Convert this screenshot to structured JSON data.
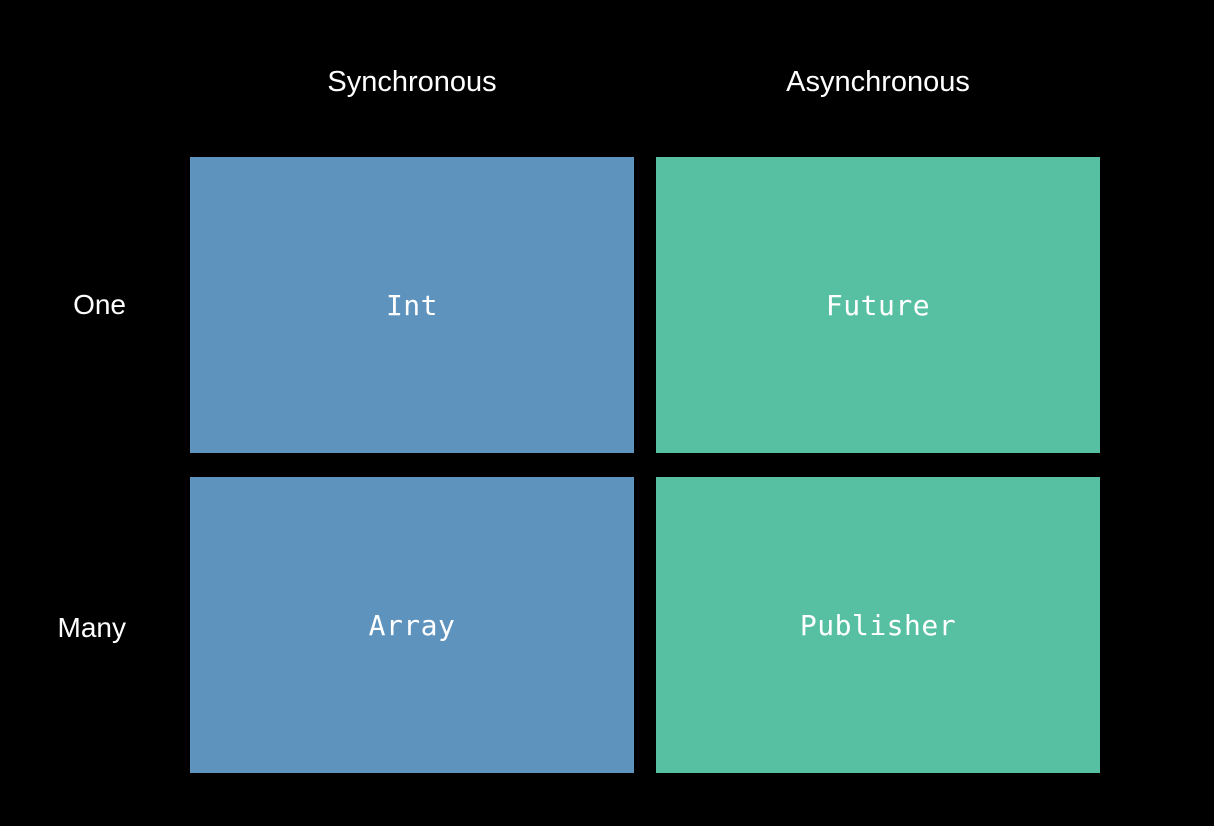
{
  "slide": {
    "background_color": "#000000",
    "text_color": "#ffffff"
  },
  "columns": [
    {
      "id": "synchronous",
      "label": "Synchronous"
    },
    {
      "id": "asynchronous",
      "label": "Asynchronous"
    }
  ],
  "rows": [
    {
      "id": "one",
      "label": "One"
    },
    {
      "id": "many",
      "label": "Many"
    }
  ],
  "cells": [
    {
      "id": "one-synchronous",
      "label": "Int",
      "row": "One",
      "column": "Synchronous",
      "color": "#5E93BE"
    },
    {
      "id": "one-asynchronous",
      "label": "Future",
      "row": "One",
      "column": "Asynchronous",
      "color": "#57C0A3"
    },
    {
      "id": "many-synchronous",
      "label": "Array",
      "row": "Many",
      "column": "Synchronous",
      "color": "#5E93BE"
    },
    {
      "id": "many-asynchronous",
      "label": "Publisher",
      "row": "Many",
      "column": "Asynchronous",
      "color": "#57C0A3"
    }
  ]
}
